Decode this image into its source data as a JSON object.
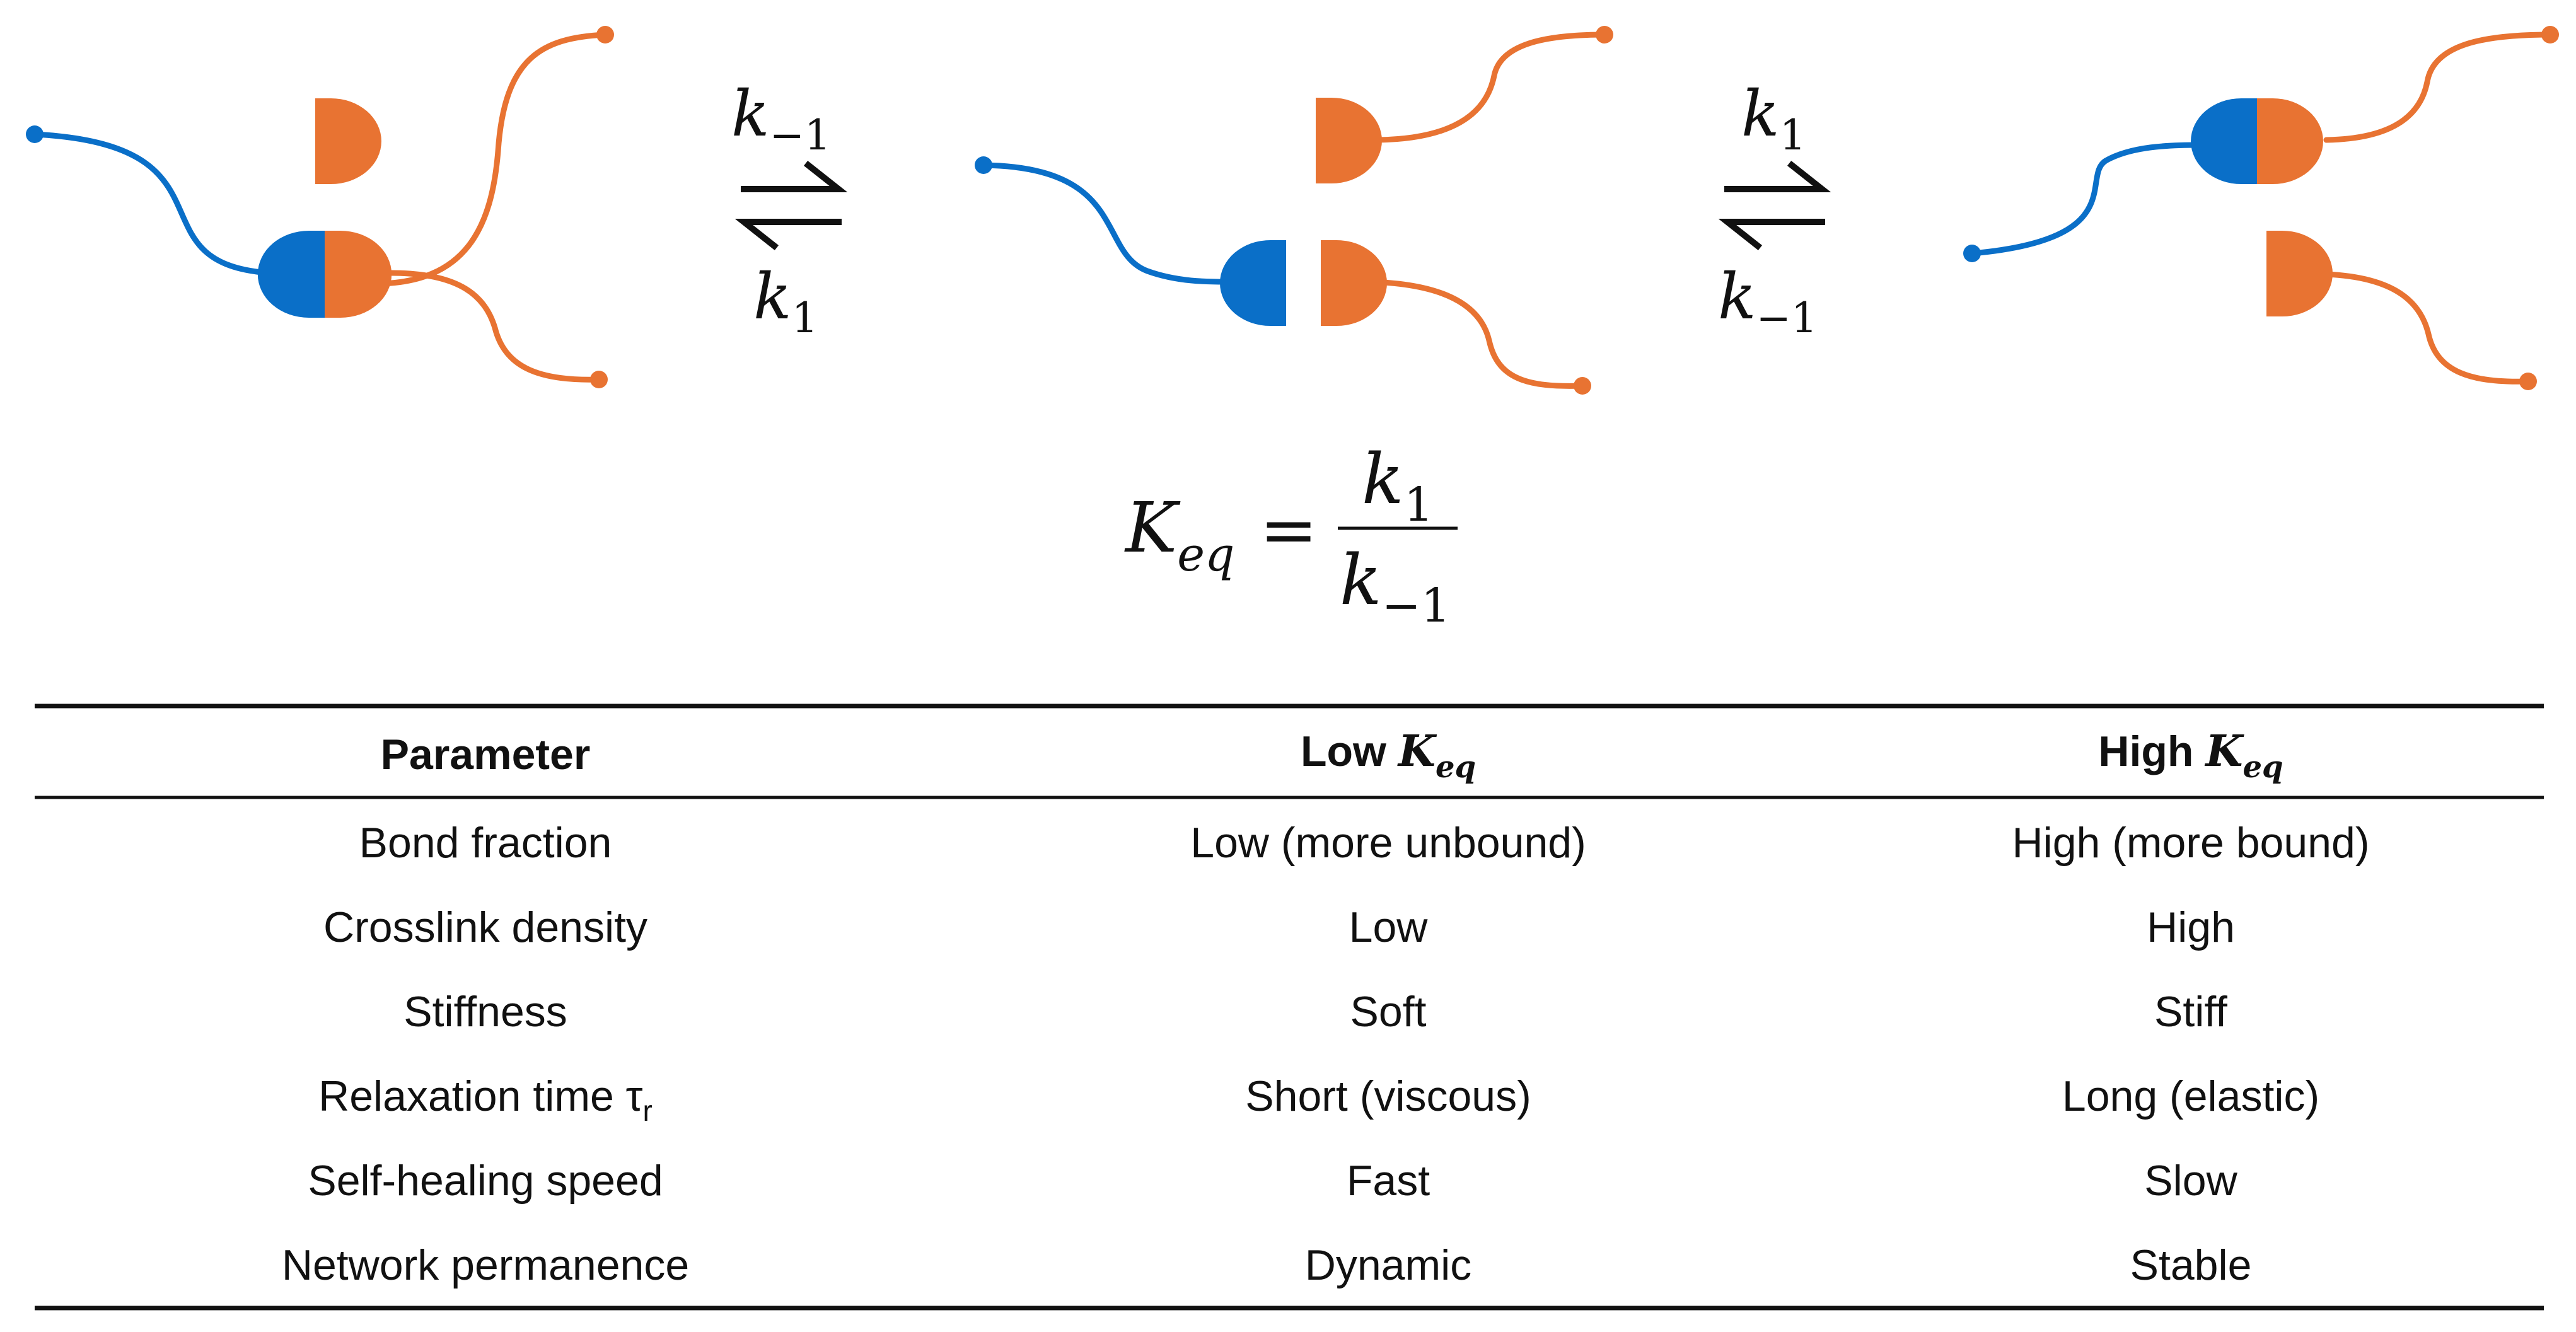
{
  "colors": {
    "blue": "#0a6fc8",
    "orange": "#e87332",
    "ink": "#111111"
  },
  "rates": {
    "k": "k",
    "forward_sub": "1",
    "reverse_sub": "−1"
  },
  "equation": {
    "K": "K",
    "K_sub": "eq",
    "equals": "="
  },
  "table": {
    "headers": [
      "Parameter",
      "Low",
      "High"
    ],
    "header_sub": "K",
    "header_sub_sub": "eq",
    "rows": [
      {
        "parameter": "Bond fraction",
        "low": "Low (more unbound)",
        "high": "High (more bound)"
      },
      {
        "parameter": "Crosslink density",
        "low": "Low",
        "high": "High"
      },
      {
        "parameter": "Stiffness",
        "low": "Soft",
        "high": "Stiff"
      },
      {
        "parameter": "Relaxation time τ",
        "parameter_sub": "r",
        "low": "Short (viscous)",
        "high": "Long (elastic)"
      },
      {
        "parameter": "Self-healing speed",
        "low": "Fast",
        "high": "Slow"
      },
      {
        "parameter": "Network permanence",
        "low": "Dynamic",
        "high": "Stable"
      }
    ]
  }
}
